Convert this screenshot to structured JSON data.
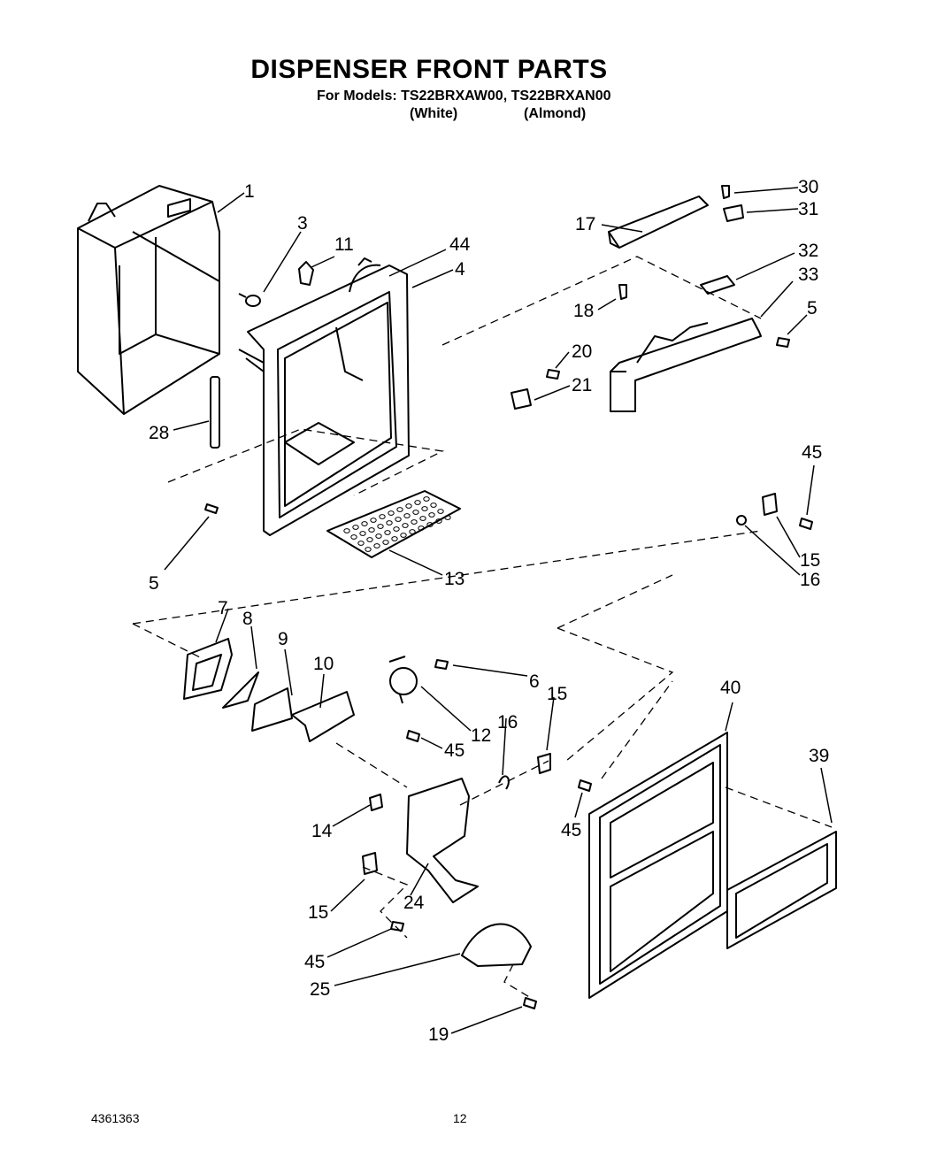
{
  "header": {
    "title": "DISPENSER FRONT PARTS",
    "models_line": "For Models: TS22BRXAW00, TS22BRXAN00",
    "variant_white": "(White)",
    "variant_almond": "(Almond)"
  },
  "callouts": {
    "c1": "1",
    "c3": "3",
    "c11": "11",
    "c44": "44",
    "c4": "4",
    "c17": "17",
    "c30": "30",
    "c31": "31",
    "c32": "32",
    "c33": "33",
    "c18": "18",
    "c5a": "5",
    "c20": "20",
    "c21": "21",
    "c28": "28",
    "c5b": "5",
    "c13": "13",
    "c45a": "45",
    "c15a": "15",
    "c16a": "16",
    "c7": "7",
    "c8": "8",
    "c9": "9",
    "c10": "10",
    "c6": "6",
    "c12": "12",
    "c45b": "45",
    "c16b": "16",
    "c15b": "15",
    "c40": "40",
    "c39": "39",
    "c14": "14",
    "c45c": "45",
    "c15c": "15",
    "c24": "24",
    "c45d": "45",
    "c25": "25",
    "c19": "19"
  },
  "footer": {
    "doc_number": "4361363",
    "page_number": "12"
  }
}
